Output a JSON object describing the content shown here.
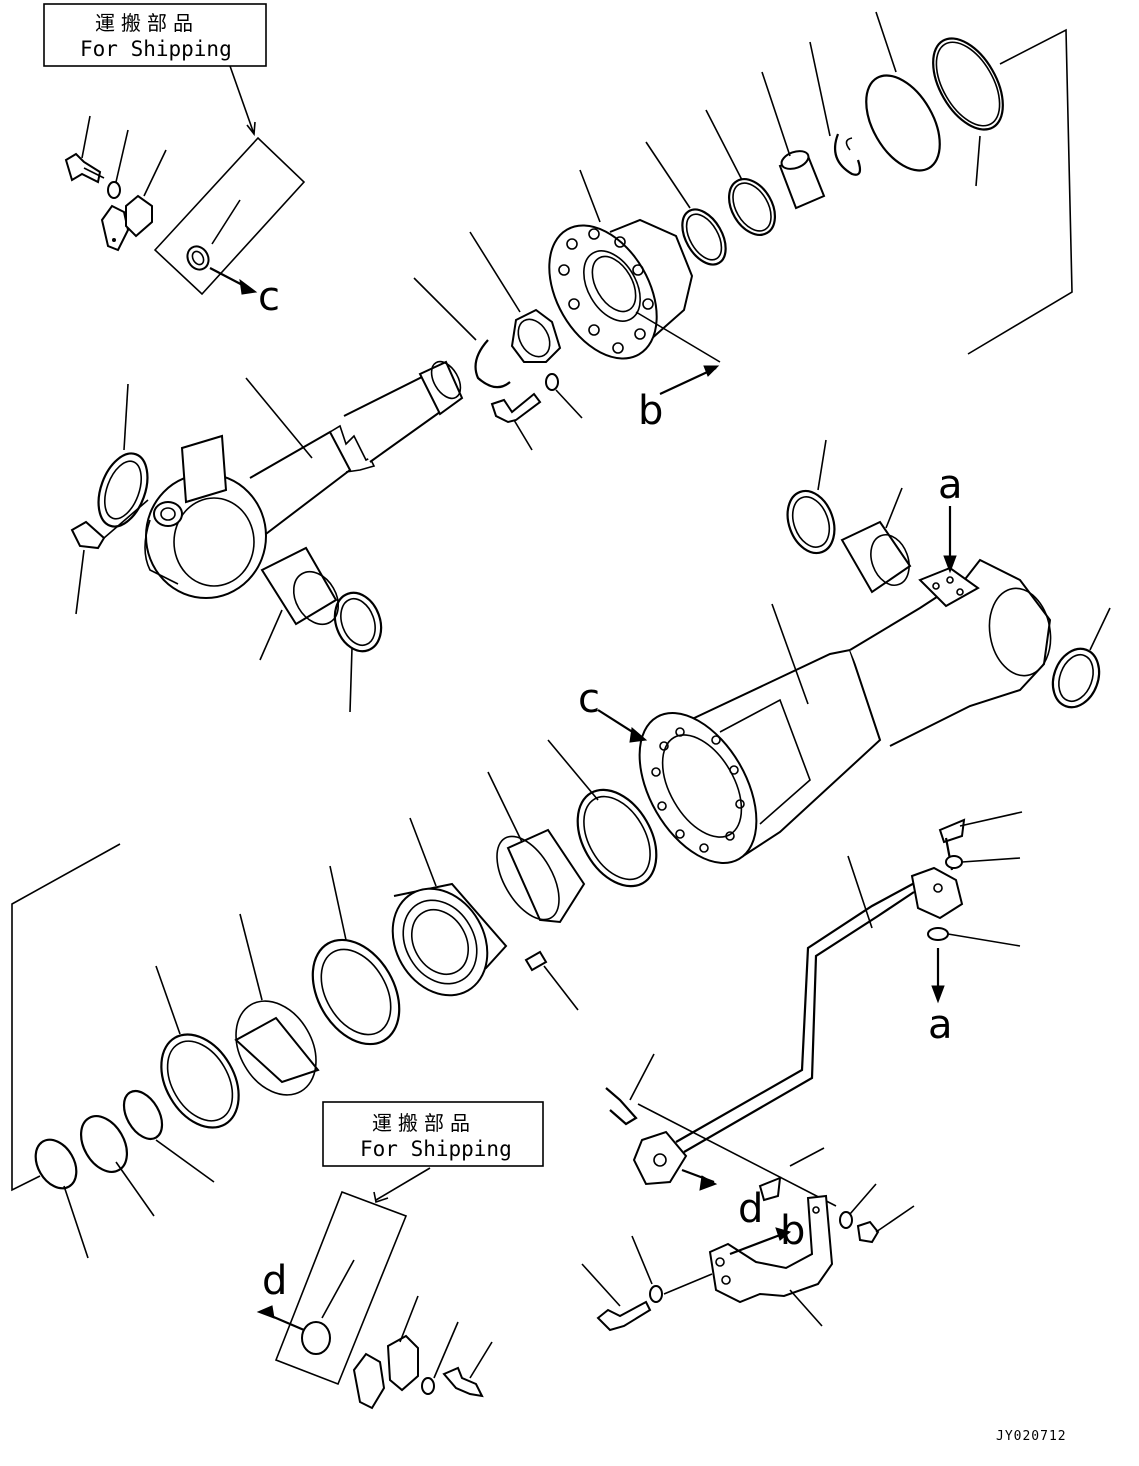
{
  "shipping_box_top": {
    "jp": "運搬部品",
    "en": "For Shipping"
  },
  "shipping_box_bottom": {
    "jp": "運搬部品",
    "en": "For Shipping"
  },
  "labels": {
    "a_top": "a",
    "a_bottom": "a",
    "b_upper": "b",
    "b_lower": "b",
    "c_upper": "c",
    "c_lower": "c",
    "d_left": "d",
    "d_right": "d"
  },
  "drawing_code": "JY020712"
}
